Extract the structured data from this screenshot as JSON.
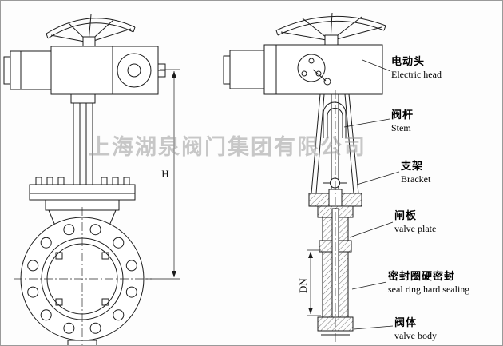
{
  "watermark": "上海湖泉阀门集团有限公司",
  "dimensions": {
    "height_label": "H",
    "bore_label": "DN"
  },
  "callouts": [
    {
      "cn": "电动头",
      "en": "Electric head"
    },
    {
      "cn": "阀杆",
      "en": "Stem"
    },
    {
      "cn": "支架",
      "en": "Bracket"
    },
    {
      "cn": "闸板",
      "en": "valve plate"
    },
    {
      "cn": "密封圈硬密封",
      "en": "seal ring hard sealing"
    },
    {
      "cn": "阀体",
      "en": "valve body"
    }
  ]
}
